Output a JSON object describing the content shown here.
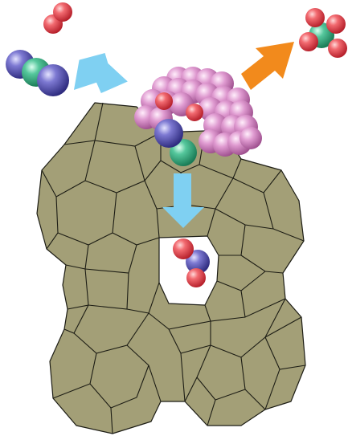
{
  "colors": {
    "background": "#ffffff",
    "framework_fill": "#a39f77",
    "framework_edge": "#1c1c14",
    "oxygen": "#e8474f",
    "nitrogen_blue": "#5a57b0",
    "carbon_green": "#3fb58c",
    "cluster_pink": "#d37fc2",
    "arrow_blue": "#7fd0f2",
    "arrow_orange": "#f28a1c"
  },
  "icons": [
    "o2-molecule",
    "triatomic-molecule",
    "adsorbed-pink-cluster",
    "product-molecule",
    "zeolite-framework",
    "diffusion-arrow",
    "release-arrow",
    "entry-arrow"
  ]
}
